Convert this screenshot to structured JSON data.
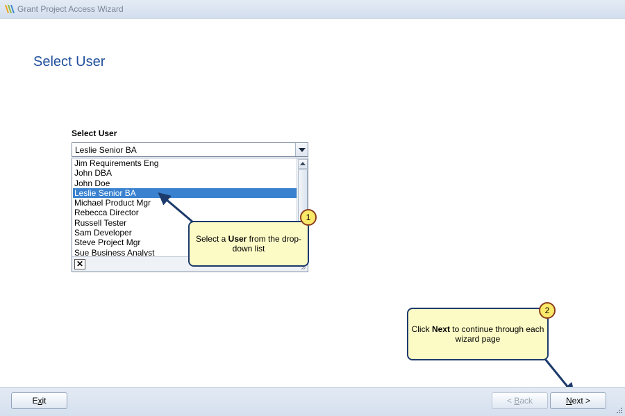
{
  "window": {
    "title": "Grant Project Access Wizard"
  },
  "page": {
    "title": "Select User"
  },
  "field": {
    "label": "Select User",
    "value": "Leslie Senior BA"
  },
  "dropdown": {
    "items": [
      "Jim Requirements Eng",
      "John DBA",
      "John Doe",
      "Leslie Senior BA",
      "Michael Product Mgr",
      "Rebecca Director",
      "Russell Tester",
      "Sam Developer",
      "Steve Project Mgr",
      "Sue Business Analyst"
    ],
    "selected_index": 3,
    "clear_symbol": "✕"
  },
  "callouts": [
    {
      "number": "1",
      "pre": "Select a ",
      "bold": "User",
      "post": " from the drop-down list"
    },
    {
      "number": "2",
      "pre": "Click ",
      "bold": "Next",
      "post": " to continue through each wizard page"
    }
  ],
  "buttons": {
    "exit": {
      "mnemonic": "x",
      "pre": "E",
      "post": "it"
    },
    "back": {
      "pre": "< ",
      "mnemonic": "B",
      "post": "ack",
      "enabled": false
    },
    "next": {
      "pre": "",
      "mnemonic": "N",
      "post": "ext >",
      "enabled": true
    }
  },
  "colors": {
    "title_blue": "#1f4e9c",
    "selection": "#3a82d0",
    "callout_fill": "#fcfbc6",
    "callout_border": "#1c3a6b",
    "badge_fill": "#fbe96a"
  }
}
